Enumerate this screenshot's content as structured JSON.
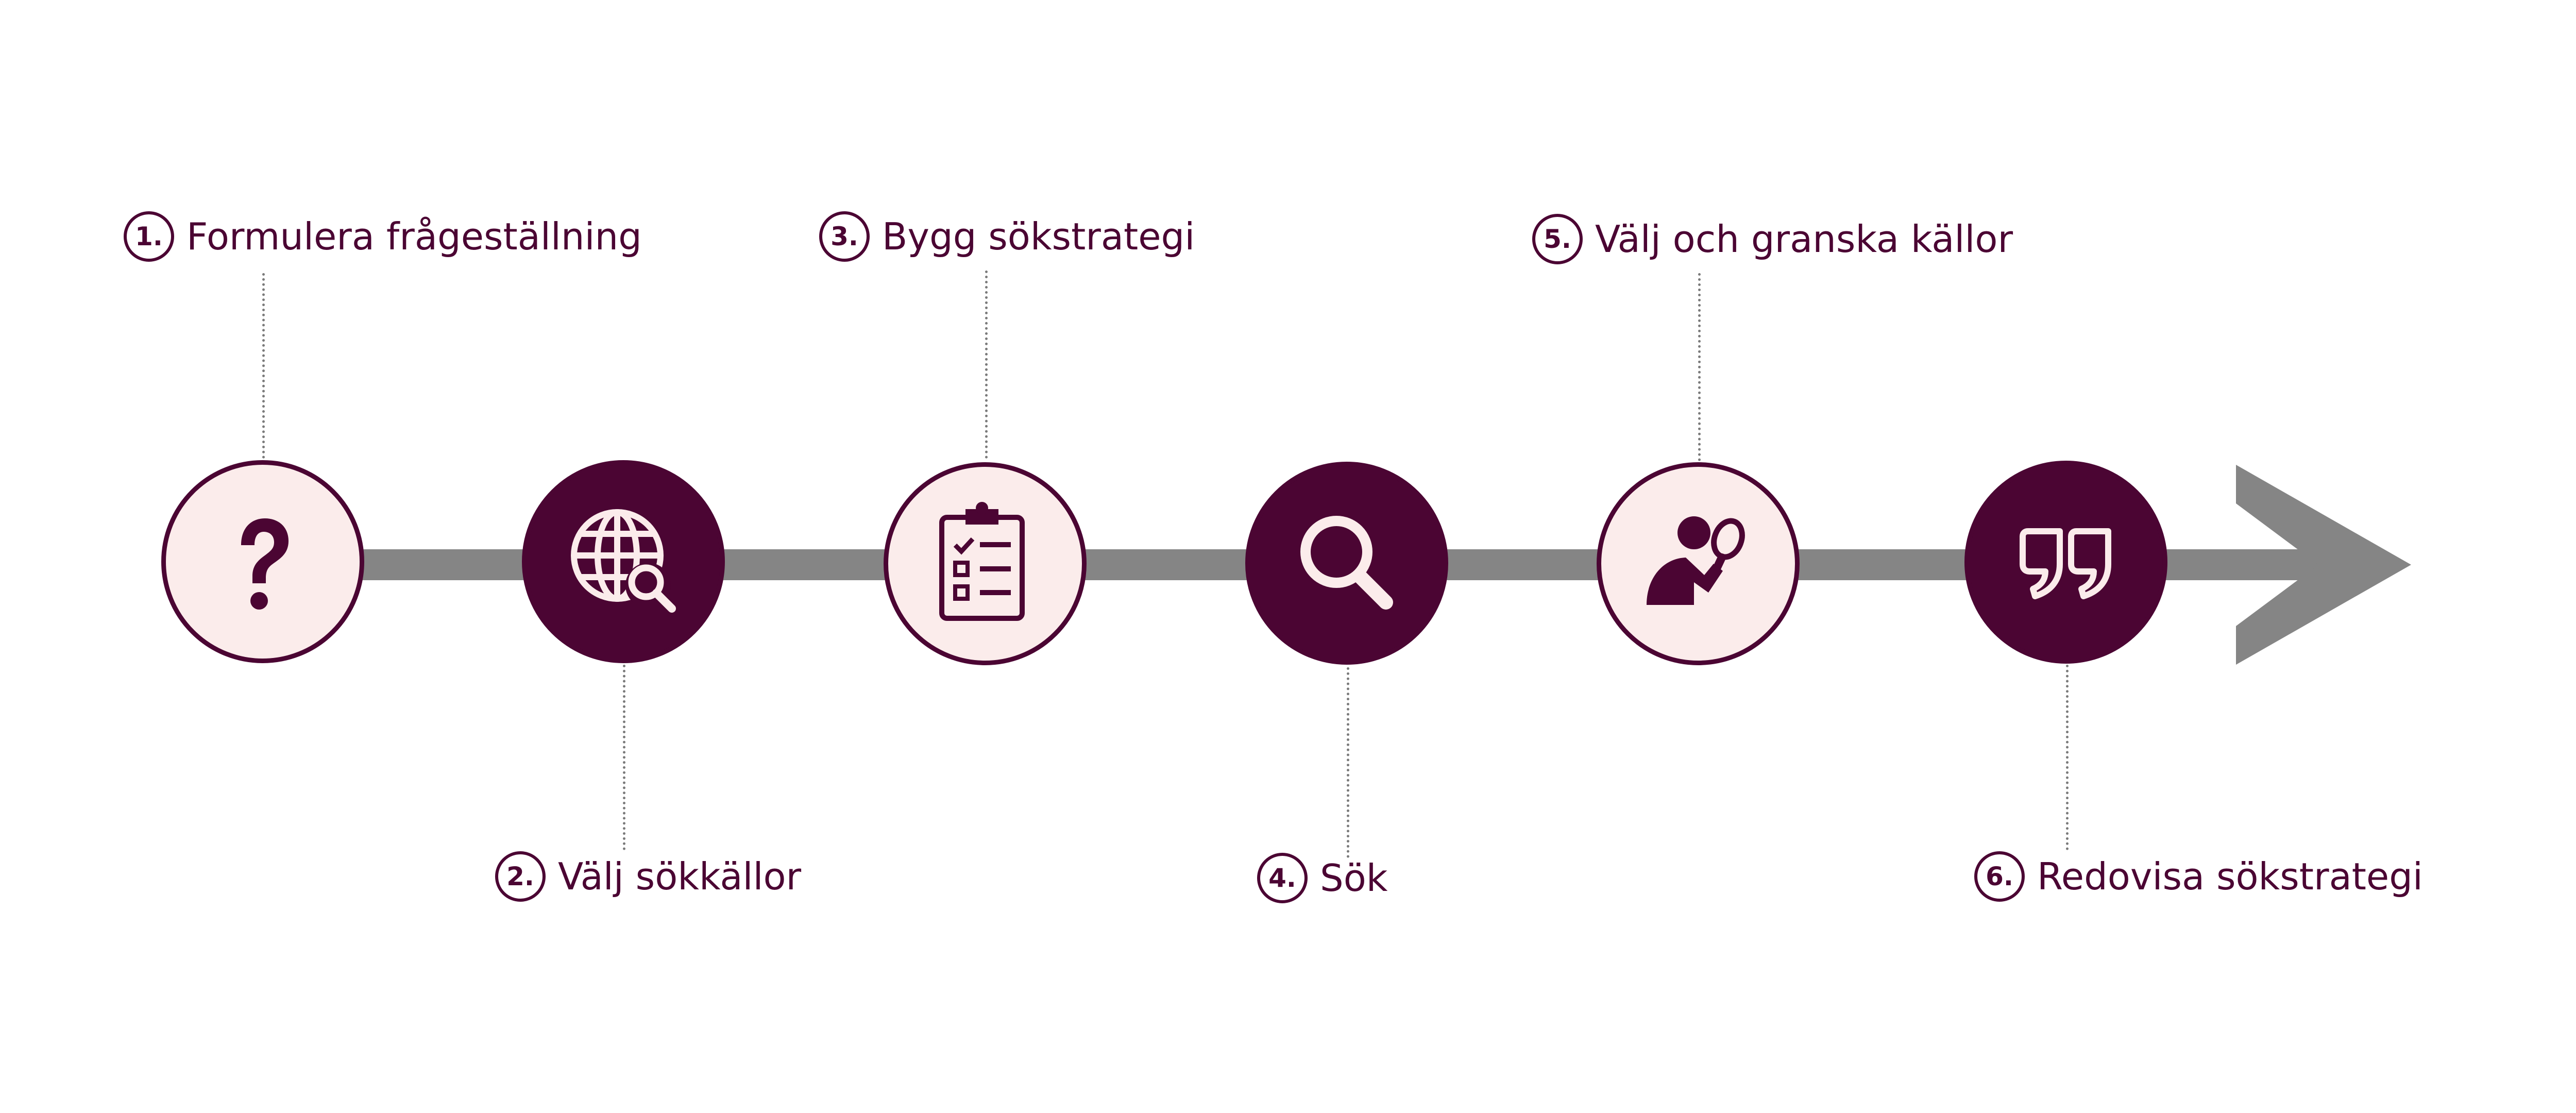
{
  "colors": {
    "accent": "#4b0533",
    "light_fill": "#fbeceb",
    "line": "#858585",
    "connector": "#7a7a7a"
  },
  "steps": [
    {
      "number": "1.",
      "label": "Formulera frågeställning",
      "icon": "question-mark-icon",
      "style": "light",
      "label_position": "top"
    },
    {
      "number": "2.",
      "label": "Välj sökkällor",
      "icon": "globe-search-icon",
      "style": "dark",
      "label_position": "bottom"
    },
    {
      "number": "3.",
      "label": "Bygg sökstrategi",
      "icon": "clipboard-checklist-icon",
      "style": "light",
      "label_position": "top"
    },
    {
      "number": "4.",
      "label": "Sök",
      "icon": "magnifier-icon",
      "style": "dark",
      "label_position": "bottom"
    },
    {
      "number": "5.",
      "label": "Välj och granska källor",
      "icon": "person-magnifier-icon",
      "style": "light",
      "label_position": "top"
    },
    {
      "number": "6.",
      "label": "Redovisa sökstrategi",
      "icon": "quote-icon",
      "style": "dark",
      "label_position": "bottom"
    }
  ]
}
